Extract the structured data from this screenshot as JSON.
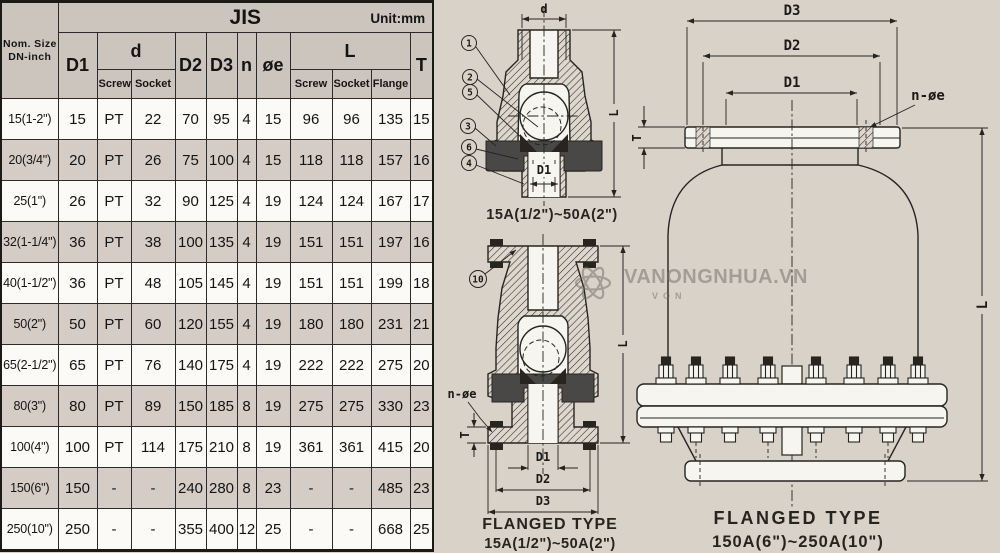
{
  "table": {
    "standard": "JIS",
    "unit": "Unit:mm",
    "corner1": "Nom. Size",
    "corner2": "DN-inch",
    "headers": {
      "d1": "D1",
      "d": "d",
      "d2": "D2",
      "d3": "D3",
      "n": "n",
      "oe": "øe",
      "l": "L",
      "t": "T"
    },
    "sub": {
      "screw": "Screw",
      "socket": "Socket",
      "flange": "Flange"
    },
    "rows": [
      {
        "cells": [
          "15(1-2\")",
          "15",
          "PT",
          "22",
          "70",
          "95",
          "4",
          "15",
          "96",
          "96",
          "135",
          "15"
        ]
      },
      {
        "cells": [
          "20(3/4\")",
          "20",
          "PT",
          "26",
          "75",
          "100",
          "4",
          "15",
          "118",
          "118",
          "157",
          "16"
        ]
      },
      {
        "cells": [
          "25(1\")",
          "26",
          "PT",
          "32",
          "90",
          "125",
          "4",
          "19",
          "124",
          "124",
          "167",
          "17"
        ]
      },
      {
        "cells": [
          "32(1-1/4\")",
          "36",
          "PT",
          "38",
          "100",
          "135",
          "4",
          "19",
          "151",
          "151",
          "197",
          "16"
        ]
      },
      {
        "cells": [
          "40(1-1/2\")",
          "36",
          "PT",
          "48",
          "105",
          "145",
          "4",
          "19",
          "151",
          "151",
          "199",
          "18"
        ]
      },
      {
        "cells": [
          "50(2\")",
          "50",
          "PT",
          "60",
          "120",
          "155",
          "4",
          "19",
          "180",
          "180",
          "231",
          "21"
        ]
      },
      {
        "cells": [
          "65(2-1/2\")",
          "65",
          "PT",
          "76",
          "140",
          "175",
          "4",
          "19",
          "222",
          "222",
          "275",
          "20"
        ]
      },
      {
        "cells": [
          "80(3\")",
          "80",
          "PT",
          "89",
          "150",
          "185",
          "8",
          "19",
          "275",
          "275",
          "330",
          "23"
        ]
      },
      {
        "cells": [
          "100(4\")",
          "100",
          "PT",
          "114",
          "175",
          "210",
          "8",
          "19",
          "361",
          "361",
          "415",
          "20"
        ]
      },
      {
        "cells": [
          "150(6\")",
          "150",
          "-",
          "-",
          "240",
          "280",
          "8",
          "23",
          "-",
          "-",
          "485",
          "23"
        ]
      },
      {
        "cells": [
          "250(10\")",
          "250",
          "-",
          "-",
          "355",
          "400",
          "12",
          "25",
          "-",
          "-",
          "668",
          "25"
        ]
      }
    ]
  },
  "diagrams": {
    "screw": {
      "caption": "15A(1/2\")~50A(2\")",
      "dims": {
        "d": "d",
        "l": "L",
        "d1": "D1"
      },
      "callouts": [
        "1",
        "2",
        "5",
        "3",
        "6",
        "4"
      ]
    },
    "flanged_small": {
      "title": "FLANGED TYPE",
      "caption": "15A(1/2\")~50A(2\")",
      "dims": {
        "n_oe": "n-øe",
        "t": "T",
        "l": "L",
        "d1": "D1",
        "d2": "D2",
        "d3": "D3"
      },
      "callouts": [
        "10"
      ]
    },
    "flanged_large": {
      "title": "FLANGED TYPE",
      "caption": "150A(6\")~250A(10\")",
      "dims": {
        "d3": "D3",
        "d2": "D2",
        "d1": "D1",
        "n_oe": "n-øe",
        "t": "T",
        "l": "L"
      }
    }
  },
  "watermark": {
    "text": "VANONGNHUA.VN",
    "subtext": "VON"
  },
  "colors": {
    "page_bg": "#d9d2c9",
    "header_bg": "#ccc5bd",
    "row_shade": "#d5ccc6",
    "row_plain": "#fbfaf7",
    "line": "#26241f",
    "dark_part": "#4a4846"
  }
}
